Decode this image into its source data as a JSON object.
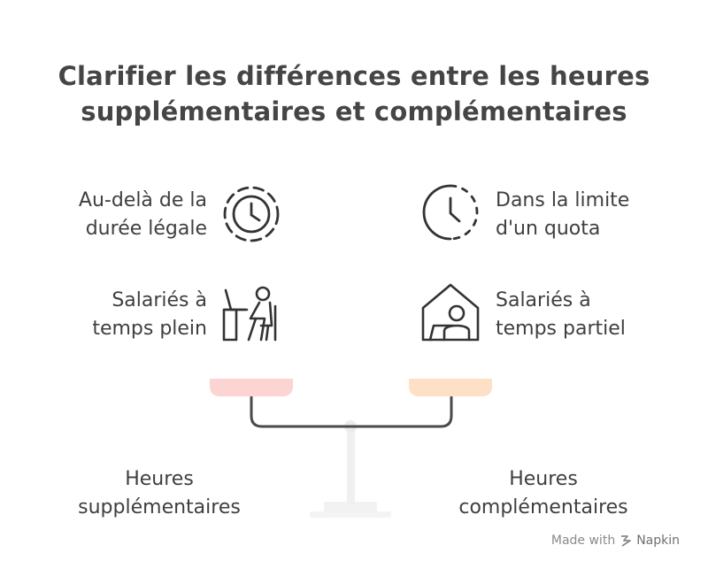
{
  "title": {
    "line1": "Clarifier les différences entre les heures",
    "line2": "supplémentaires et complémentaires"
  },
  "left": {
    "item1": {
      "line1": "Au-delà de la",
      "line2": "durée légale",
      "icon": "clock-dashed-icon"
    },
    "item2": {
      "line1": "Salariés à",
      "line2": "temps plein",
      "icon": "person-at-desk-icon"
    },
    "pan_color": "#fcd5d3",
    "label": {
      "line1": "Heures",
      "line2": "supplémentaires"
    }
  },
  "right": {
    "item1": {
      "line1": "Dans la limite",
      "line2": "d'un quota",
      "icon": "clock-half-dashed-icon"
    },
    "item2": {
      "line1": "Salariés à",
      "line2": "temps partiel",
      "icon": "home-worker-icon"
    },
    "pan_color": "#fde0c6",
    "label": {
      "line1": "Heures",
      "line2": "complémentaires"
    }
  },
  "footer": {
    "made_with": "Made with",
    "brand": "Napkin"
  }
}
